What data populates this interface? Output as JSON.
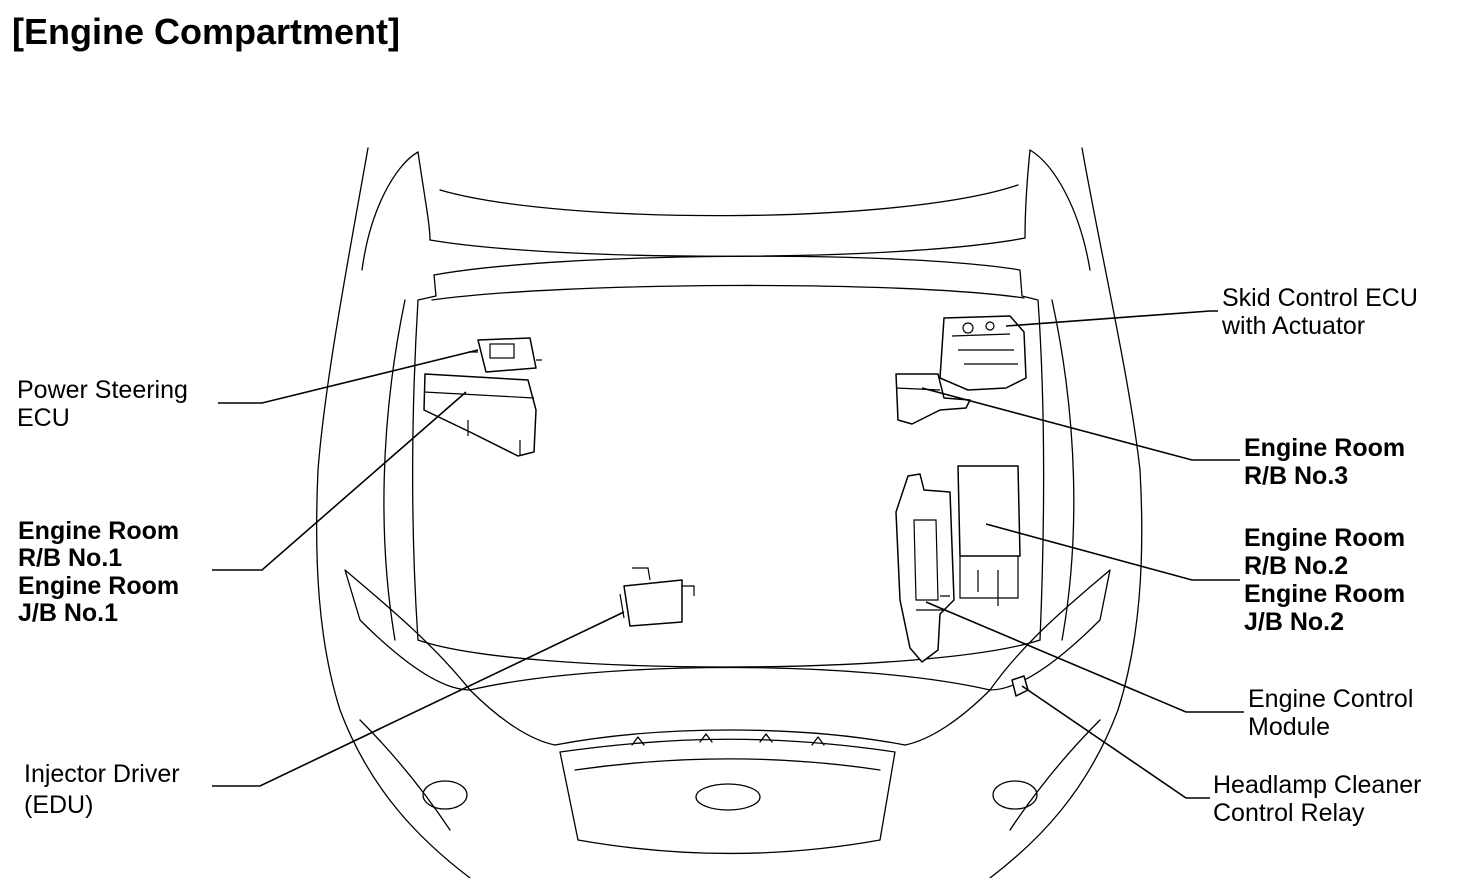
{
  "title": "[Engine Compartment]",
  "labels": {
    "power_steering_ecu": [
      "Power Steering",
      "ECU"
    ],
    "engine_room_rb1_jb1": [
      "Engine Room",
      "R/B No.1",
      "Engine Room",
      "J/B No.1"
    ],
    "injector_driver": [
      "Injector Driver",
      "(EDU)"
    ],
    "skid_control_ecu": [
      "Skid Control ECU",
      "with Actuator"
    ],
    "engine_room_rb3": [
      "Engine Room",
      "R/B No.3"
    ],
    "engine_room_rb2_jb2": [
      "Engine Room",
      "R/B No.2",
      "Engine Room",
      "J/B No.2"
    ],
    "engine_control_module": [
      "Engine Control",
      "Module"
    ],
    "headlamp_cleaner_relay": [
      "Headlamp Cleaner",
      "Control Relay"
    ]
  }
}
